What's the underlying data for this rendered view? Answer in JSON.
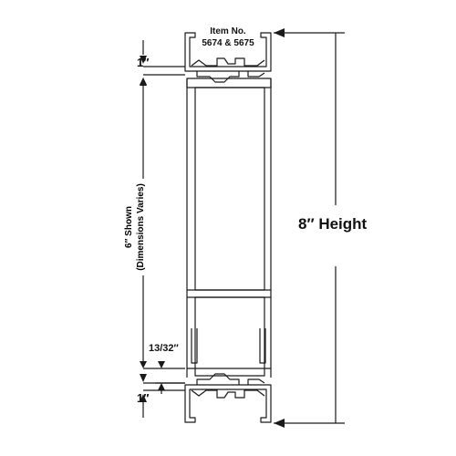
{
  "item": {
    "title": "Item No.",
    "number": "5674 & 5675"
  },
  "dimensions": {
    "top_flange": "1″",
    "bottom_flange": "1″",
    "gap": "13/32″",
    "height": "8″ Height",
    "shown_line1": "6″ Shown",
    "shown_line2": "(Dimensions Varies)"
  },
  "colors": {
    "line": "#1a1a1a",
    "profile_fill": "#ffffff"
  }
}
